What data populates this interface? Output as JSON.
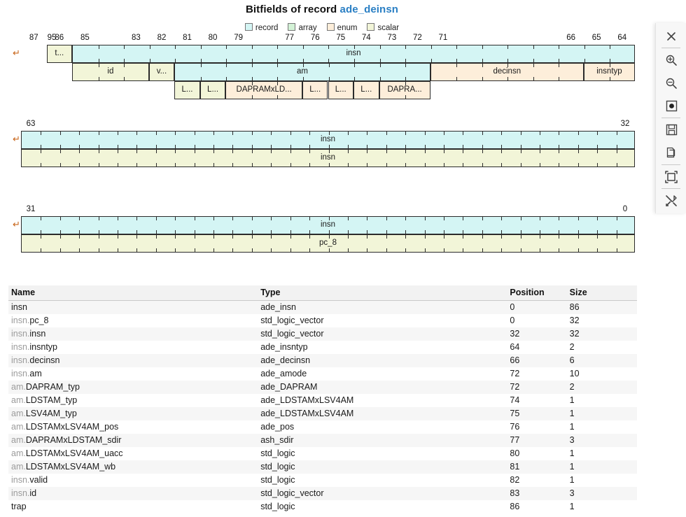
{
  "title": {
    "prefix": "Bitfields of record ",
    "record": "ade_deinsn"
  },
  "legend": [
    {
      "label": "record",
      "color": "#d4f5f4"
    },
    {
      "label": "array",
      "color": "#d3f2d6"
    },
    {
      "label": "enum",
      "color": "#fdeeda"
    },
    {
      "label": "scalar",
      "color": "#f2f5d8"
    }
  ],
  "colors": {
    "record": "#d4f5f4",
    "array": "#d3f2d6",
    "enum": "#fdeeda",
    "scalar": "#f2f5d8",
    "stroke": "#2b2b2b",
    "accent": "#2a7fc4",
    "wrap_arrow": "#c8651a"
  },
  "diagrams": [
    {
      "name": "row-95-64",
      "msb": 95,
      "lsb": 64,
      "wrap_marker": "↵",
      "bit_labels": [
        {
          "bit": 95,
          "text": "95"
        },
        {
          "bit": 87,
          "text": "87"
        },
        {
          "bit": 86,
          "text": "86"
        },
        {
          "bit": 85,
          "text": "85"
        },
        {
          "bit": 83,
          "text": "83"
        },
        {
          "bit": 82,
          "text": "82"
        },
        {
          "bit": 81,
          "text": "81"
        },
        {
          "bit": 80,
          "text": "80"
        },
        {
          "bit": 79,
          "text": "79"
        },
        {
          "bit": 77,
          "text": "77"
        },
        {
          "bit": 76,
          "text": "76"
        },
        {
          "bit": 75,
          "text": "75"
        },
        {
          "bit": 74,
          "text": "74"
        },
        {
          "bit": 73,
          "text": "73"
        },
        {
          "bit": 72,
          "text": "72"
        },
        {
          "bit": 71,
          "text": "71"
        },
        {
          "bit": 66,
          "text": "66"
        },
        {
          "bit": 65,
          "text": "65"
        },
        {
          "bit": 64,
          "text": "64"
        }
      ],
      "lanes": [
        {
          "cells": [
            {
              "label": "t...",
              "full": "trap",
              "hi": 86,
              "lo": 86,
              "kind": "scalar"
            },
            {
              "label": "insn",
              "full": "insn",
              "hi": 85,
              "lo": 64,
              "kind": "record"
            }
          ]
        },
        {
          "cells": [
            {
              "label": "id",
              "full": "id",
              "hi": 85,
              "lo": 83,
              "kind": "scalar"
            },
            {
              "label": "v...",
              "full": "valid",
              "hi": 82,
              "lo": 82,
              "kind": "scalar"
            },
            {
              "label": "am",
              "full": "am",
              "hi": 81,
              "lo": 72,
              "kind": "record"
            },
            {
              "label": "decinsn",
              "full": "decinsn",
              "hi": 71,
              "lo": 66,
              "kind": "enum"
            },
            {
              "label": "insntyp",
              "full": "insntyp",
              "hi": 65,
              "lo": 64,
              "kind": "enum"
            }
          ]
        },
        {
          "cells": [
            {
              "label": "L...",
              "full": "LDSTAMxLSV4AM_wb",
              "hi": 81,
              "lo": 81,
              "kind": "scalar"
            },
            {
              "label": "L...",
              "full": "LDSTAMxLSV4AM_uacc",
              "hi": 80,
              "lo": 80,
              "kind": "scalar"
            },
            {
              "label": "DAPRAMxLD...",
              "full": "DAPRAMxLDSTAM_sdir",
              "hi": 79,
              "lo": 77,
              "kind": "enum"
            },
            {
              "label": "L...",
              "full": "LDSTAMxLSV4AM_pos",
              "hi": 76,
              "lo": 76,
              "kind": "enum"
            },
            {
              "label": "L...",
              "full": "LSV4AM_typ",
              "hi": 75,
              "lo": 75,
              "kind": "enum"
            },
            {
              "label": "L...",
              "full": "LDSTAM_typ",
              "hi": 74,
              "lo": 74,
              "kind": "enum"
            },
            {
              "label": "DAPRA...",
              "full": "DAPRAM_typ",
              "hi": 73,
              "lo": 72,
              "kind": "enum"
            }
          ]
        }
      ]
    },
    {
      "name": "row-63-32",
      "msb": 63,
      "lsb": 32,
      "wrap_marker": "↵",
      "bit_labels": [
        {
          "bit": 63,
          "text": "63"
        },
        {
          "bit": 32,
          "text": "32"
        }
      ],
      "lanes": [
        {
          "cells": [
            {
              "label": "insn",
              "full": "insn",
              "hi": 63,
              "lo": 32,
              "kind": "record"
            }
          ]
        },
        {
          "cells": [
            {
              "label": "insn",
              "full": "insn.insn",
              "hi": 63,
              "lo": 32,
              "kind": "scalar"
            }
          ]
        }
      ]
    },
    {
      "name": "row-31-0",
      "msb": 31,
      "lsb": 0,
      "wrap_marker": "↵",
      "bit_labels": [
        {
          "bit": 31,
          "text": "31"
        },
        {
          "bit": 0,
          "text": "0"
        }
      ],
      "lanes": [
        {
          "cells": [
            {
              "label": "insn",
              "full": "insn",
              "hi": 31,
              "lo": 0,
              "kind": "record"
            }
          ]
        },
        {
          "cells": [
            {
              "label": "pc_8",
              "full": "insn.pc_8",
              "hi": 31,
              "lo": 0,
              "kind": "scalar"
            }
          ]
        }
      ]
    }
  ],
  "table": {
    "headers": [
      "Name",
      "Type",
      "Position",
      "Size"
    ],
    "rows": [
      {
        "prefix": "",
        "name": "insn",
        "type": "ade_insn",
        "position": "0",
        "size": "86"
      },
      {
        "prefix": "insn.",
        "name": "pc_8",
        "type": "std_logic_vector",
        "position": "0",
        "size": "32"
      },
      {
        "prefix": "insn.",
        "name": "insn",
        "type": "std_logic_vector",
        "position": "32",
        "size": "32"
      },
      {
        "prefix": "insn.",
        "name": "insntyp",
        "type": "ade_insntyp",
        "position": "64",
        "size": "2"
      },
      {
        "prefix": "insn.",
        "name": "decinsn",
        "type": "ade_decinsn",
        "position": "66",
        "size": "6"
      },
      {
        "prefix": "insn.",
        "name": "am",
        "type": "ade_amode",
        "position": "72",
        "size": "10"
      },
      {
        "prefix": "am.",
        "name": "DAPRAM_typ",
        "type": "ade_DAPRAM",
        "position": "72",
        "size": "2"
      },
      {
        "prefix": "am.",
        "name": "LDSTAM_typ",
        "type": "ade_LDSTAMxLSV4AM",
        "position": "74",
        "size": "1"
      },
      {
        "prefix": "am.",
        "name": "LSV4AM_typ",
        "type": "ade_LDSTAMxLSV4AM",
        "position": "75",
        "size": "1"
      },
      {
        "prefix": "am.",
        "name": "LDSTAMxLSV4AM_pos",
        "type": "ade_pos",
        "position": "76",
        "size": "1"
      },
      {
        "prefix": "am.",
        "name": "DAPRAMxLDSTAM_sdir",
        "type": "ash_sdir",
        "position": "77",
        "size": "3"
      },
      {
        "prefix": "am.",
        "name": "LDSTAMxLSV4AM_uacc",
        "type": "std_logic",
        "position": "80",
        "size": "1"
      },
      {
        "prefix": "am.",
        "name": "LDSTAMxLSV4AM_wb",
        "type": "std_logic",
        "position": "81",
        "size": "1"
      },
      {
        "prefix": "insn.",
        "name": "valid",
        "type": "std_logic",
        "position": "82",
        "size": "1"
      },
      {
        "prefix": "insn.",
        "name": "id",
        "type": "std_logic_vector",
        "position": "83",
        "size": "3"
      },
      {
        "prefix": "",
        "name": "trap",
        "type": "std_logic",
        "position": "86",
        "size": "1"
      }
    ]
  },
  "toolbar": {
    "buttons": [
      {
        "icon": "close-icon",
        "title": "Close"
      },
      {
        "sep": true
      },
      {
        "icon": "zoom-in-icon",
        "title": "Zoom in"
      },
      {
        "icon": "zoom-out-icon",
        "title": "Zoom out"
      },
      {
        "icon": "zoom-reset-icon",
        "title": "Reset zoom"
      },
      {
        "sep": true
      },
      {
        "icon": "save-icon",
        "title": "Save"
      },
      {
        "icon": "copy-icon",
        "title": "Copy"
      },
      {
        "sep": true
      },
      {
        "icon": "fit-screen-icon",
        "title": "Fit to screen"
      },
      {
        "sep": true
      },
      {
        "icon": "tools-icon",
        "title": "Tools"
      }
    ]
  }
}
